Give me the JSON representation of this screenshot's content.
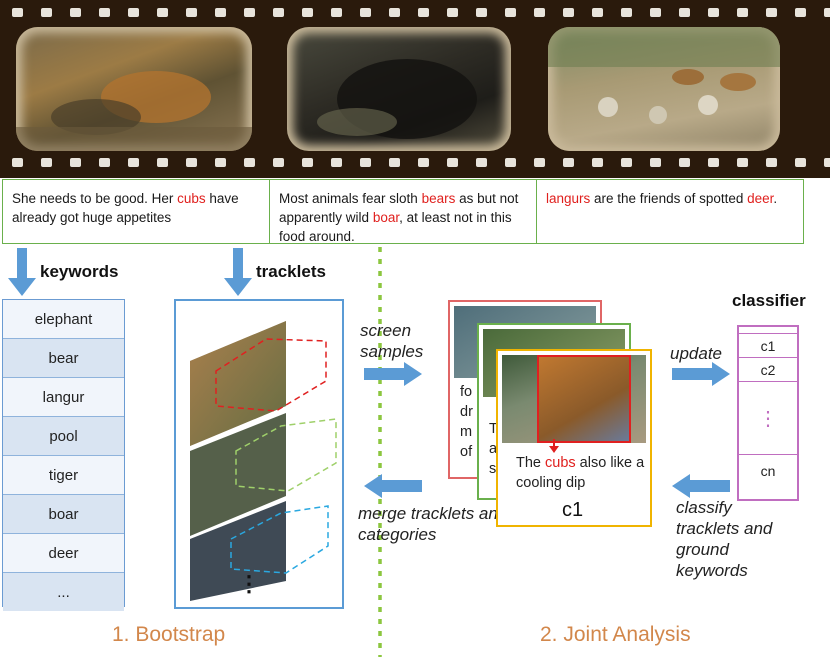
{
  "captions": [
    {
      "parts": [
        {
          "t": "She needs to be good. Her "
        },
        {
          "t": "cubs",
          "hl": true
        },
        {
          "t": " have already got huge appetites"
        }
      ]
    },
    {
      "parts": [
        {
          "t": "Most animals fear sloth "
        },
        {
          "t": "bears",
          "hl": true
        },
        {
          "t": " as but not apparently wild "
        },
        {
          "t": "boar",
          "hl": true
        },
        {
          "t": ", at least not in this food around."
        }
      ]
    },
    {
      "parts": [
        {
          "t": "langurs",
          "hl": true
        },
        {
          "t": " are the friends of spotted "
        },
        {
          "t": "deer",
          "hl": true
        },
        {
          "t": "."
        }
      ]
    }
  ],
  "keywords": {
    "title": "keywords",
    "items": [
      "elephant",
      "bear",
      "langur",
      "pool",
      "tiger",
      "boar",
      "deer",
      "..."
    ]
  },
  "tracklets": {
    "title": "tracklets",
    "ellipsis": "⋮"
  },
  "arrows": {
    "screen": "screen samples",
    "merge": "merge tracklets and categories",
    "update": "update",
    "classify": "classify tracklets and ground keywords"
  },
  "cards": {
    "back_red_text": "fo dr m of",
    "back_green_text": "T a s",
    "front_text_hl": "cubs",
    "front_text_pre": "The ",
    "front_text_post": " also like a cooling dip",
    "front_label": "c1"
  },
  "classifier": {
    "title": "classifier",
    "rows": [
      "c1",
      "c2",
      "⋮",
      "cn"
    ]
  },
  "phases": {
    "bootstrap": "1. Bootstrap",
    "joint": "2. Joint Analysis"
  },
  "colors": {
    "highlight": "#e0201e",
    "arrow": "#5b9bd5",
    "caption_border": "#6ab04c",
    "classifier": "#c06ec0",
    "phase": "#d2874b",
    "divider": "#8cc63f"
  }
}
